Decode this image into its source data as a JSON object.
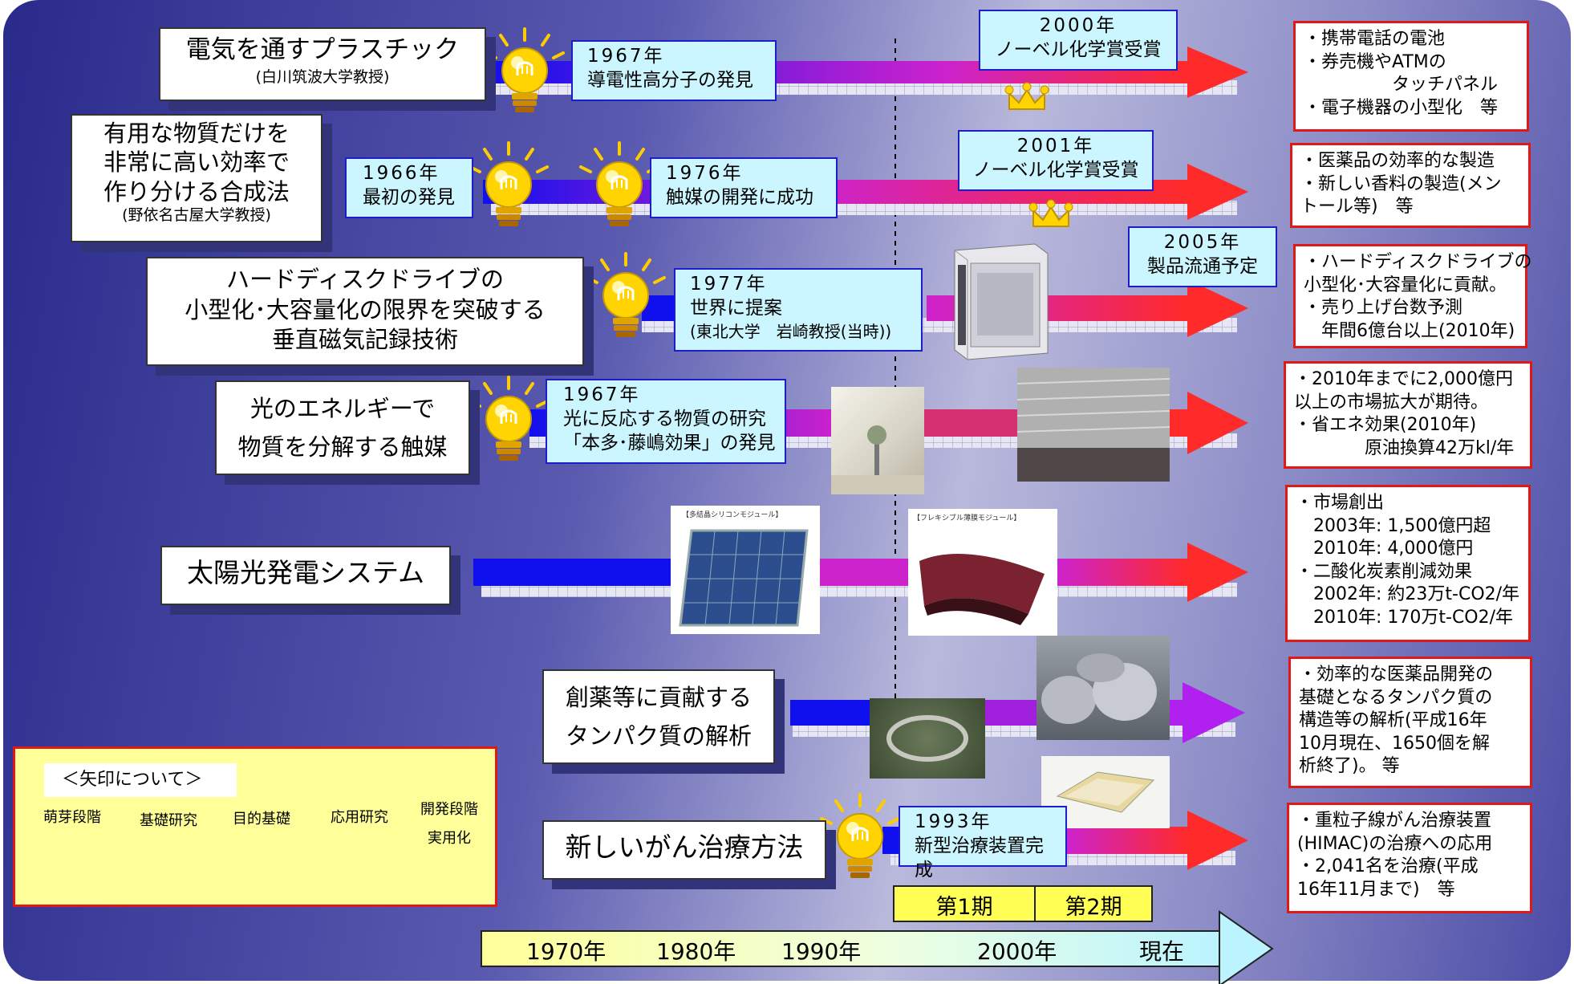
{
  "rows": [
    {
      "title": "電気を通すプラスチック",
      "sub": "(白川筑波大学教授)",
      "e1": {
        "year": "1967年",
        "text": "導電性高分子の発見"
      },
      "e2": {
        "year": "2000年",
        "text": "ノーベル化学賞受賞"
      },
      "res": [
        "・携帯電話の電池",
        "・券売機やATMの",
        "　　　　　タッチパネル",
        "・電子機器の小型化　等"
      ]
    },
    {
      "title": [
        "有用な物質だけを",
        "非常に高い効率で",
        "作り分ける合成法"
      ],
      "sub": "(野依名古屋大学教授)",
      "e1": {
        "year": "1966年",
        "text": "最初の発見"
      },
      "e2": {
        "year": "1976年",
        "text": "触媒の開発に成功"
      },
      "e3": {
        "year": "2001年",
        "text": "ノーベル化学賞受賞"
      },
      "res": [
        "・医薬品の効率的な製造",
        "・新しい香料の製造(メン",
        "トール等)　等"
      ]
    },
    {
      "title": [
        "ハードディスクドライブの",
        "小型化･大容量化の限界を突破する",
        "垂直磁気記録技術"
      ],
      "e1": {
        "year": "1977年",
        "text": "世界に提案",
        "sub": "(東北大学　岩崎教授(当時))"
      },
      "e2": {
        "year": "2005年",
        "text": "製品流通予定"
      },
      "res": [
        "・ハードディスクドライブの",
        "小型化･大容量化に貢献。",
        "・売り上げ台数予測",
        "　年間6億台以上(2010年)"
      ]
    },
    {
      "title": [
        "光のエネルギーで",
        "物質を分解する触媒"
      ],
      "e1": {
        "year": "1967年",
        "text": [
          "光に反応する物質の研究",
          "「本多･藤嶋効果」の発見"
        ]
      },
      "res": [
        "・2010年までに2,000億円",
        "以上の市場拡大が期待。",
        "・省エネ効果(2010年)",
        "　　　　原油換算42万kl/年"
      ]
    },
    {
      "title": "太陽光発電システム",
      "res": [
        "・市場創出",
        "　2003年: 1,500億円超",
        "　2010年: 4,000億円",
        "・二酸化炭素削減効果",
        "　2002年: 約23万t-CO2/年",
        "　2010年: 170万t-CO2/年"
      ]
    },
    {
      "title": [
        "創薬等に貢献する",
        "タンパク質の解析"
      ],
      "res": [
        "・効率的な医薬品開発の",
        "基礎となるタンパク質の",
        "構造等の解析(平成16年",
        "10月現在、1650個を解",
        "析終了)。 等"
      ]
    },
    {
      "title": "新しいがん治療方法",
      "e1": {
        "year": "1993年",
        "text": "新型治療装置完成"
      },
      "res": [
        "・重粒子線がん治療装置",
        "(HIMAC)の治療への応用",
        "・2,041名を治療(平成",
        "16年11月まで)　等"
      ]
    }
  ],
  "legend": {
    "title": "＜矢印について＞",
    "stages": [
      "萌芽段階",
      "基礎研究",
      "目的基礎",
      "応用研究",
      "開発段階",
      "実用化"
    ]
  },
  "periods": [
    "第1期",
    "第2期"
  ],
  "timeline": [
    "1970年",
    "1980年",
    "1990年",
    "2000年",
    "現在"
  ],
  "colors": {
    "blue": "#1010ee",
    "magenta": "#cc22cc",
    "red": "#ff2a2a",
    "violet": "#b020ee",
    "cyan_box": "#ccf6ff",
    "yellow": "#ffff55",
    "legend_bg": "#ffff99"
  },
  "images": {
    "solar_left_caption": "【多結晶シリコンモジュール】",
    "solar_right_caption": "【フレキシブル薄膜モジュール】"
  }
}
